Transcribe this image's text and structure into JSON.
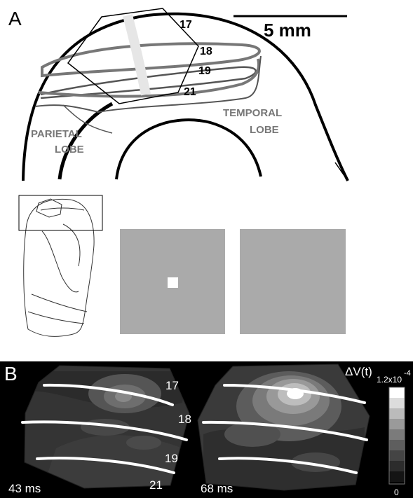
{
  "panel_a": {
    "label": "A",
    "scale_bar_label": "5 mm",
    "area_labels": [
      "17",
      "18",
      "19",
      "21"
    ],
    "parietal_lobe": [
      "PARIETAL",
      "LOBE"
    ],
    "temporal_lobe": [
      "TEMPORAL",
      "LOBE"
    ]
  },
  "panel_b": {
    "label": "B",
    "area_labels": [
      "17",
      "18",
      "19",
      "21"
    ],
    "time_left": "43 ms",
    "time_right": "68 ms",
    "colorbar_title": "ΔV(t)",
    "colorbar_max": "1.2x10",
    "colorbar_exp": "-4",
    "colorbar_min": "0"
  },
  "colors": {
    "stimulus_gray": "#aaaaaa",
    "map_background": "#000000",
    "border_gray": "#7a7a7a"
  }
}
